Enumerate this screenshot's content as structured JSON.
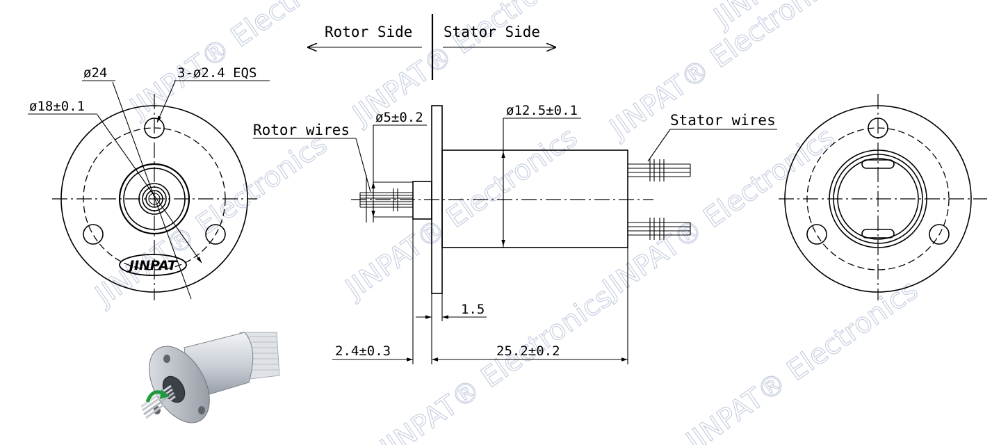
{
  "labels": {
    "rotor_side": "Rotor Side",
    "stator_side": "Stator Side",
    "rotor_wires": "Rotor wires",
    "stator_wires": "Stator wires"
  },
  "dimensions": {
    "d24": "ø24",
    "holes": "3-ø2.4 EQS",
    "d18": "ø18±0.1",
    "d5": "ø5±0.2",
    "d12_5": "ø12.5±0.1",
    "t1_5": "1.5",
    "l2_4": "2.4±0.3",
    "l25_2": "25.2±0.2"
  },
  "logo": {
    "text": "JINPAT"
  },
  "watermark": {
    "text": "JINPAT® Electronics",
    "color": "#c7cfe0"
  }
}
